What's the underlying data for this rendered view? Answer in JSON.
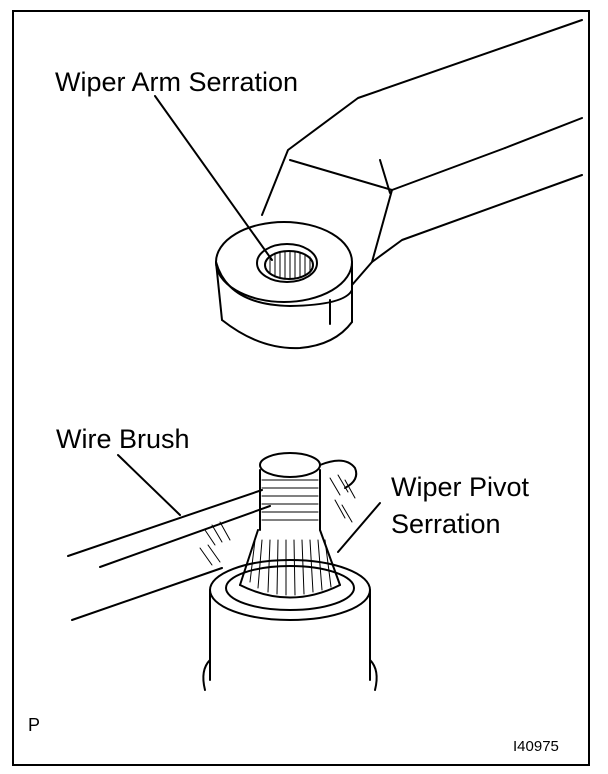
{
  "labels": {
    "wiper_arm_serration": "Wiper Arm Serration",
    "wire_brush": "Wire Brush",
    "wiper_pivot_serration_line1": "Wiper Pivot",
    "wiper_pivot_serration_line2": "Serration"
  },
  "corner_mark": "P",
  "figure_id": "I40975"
}
